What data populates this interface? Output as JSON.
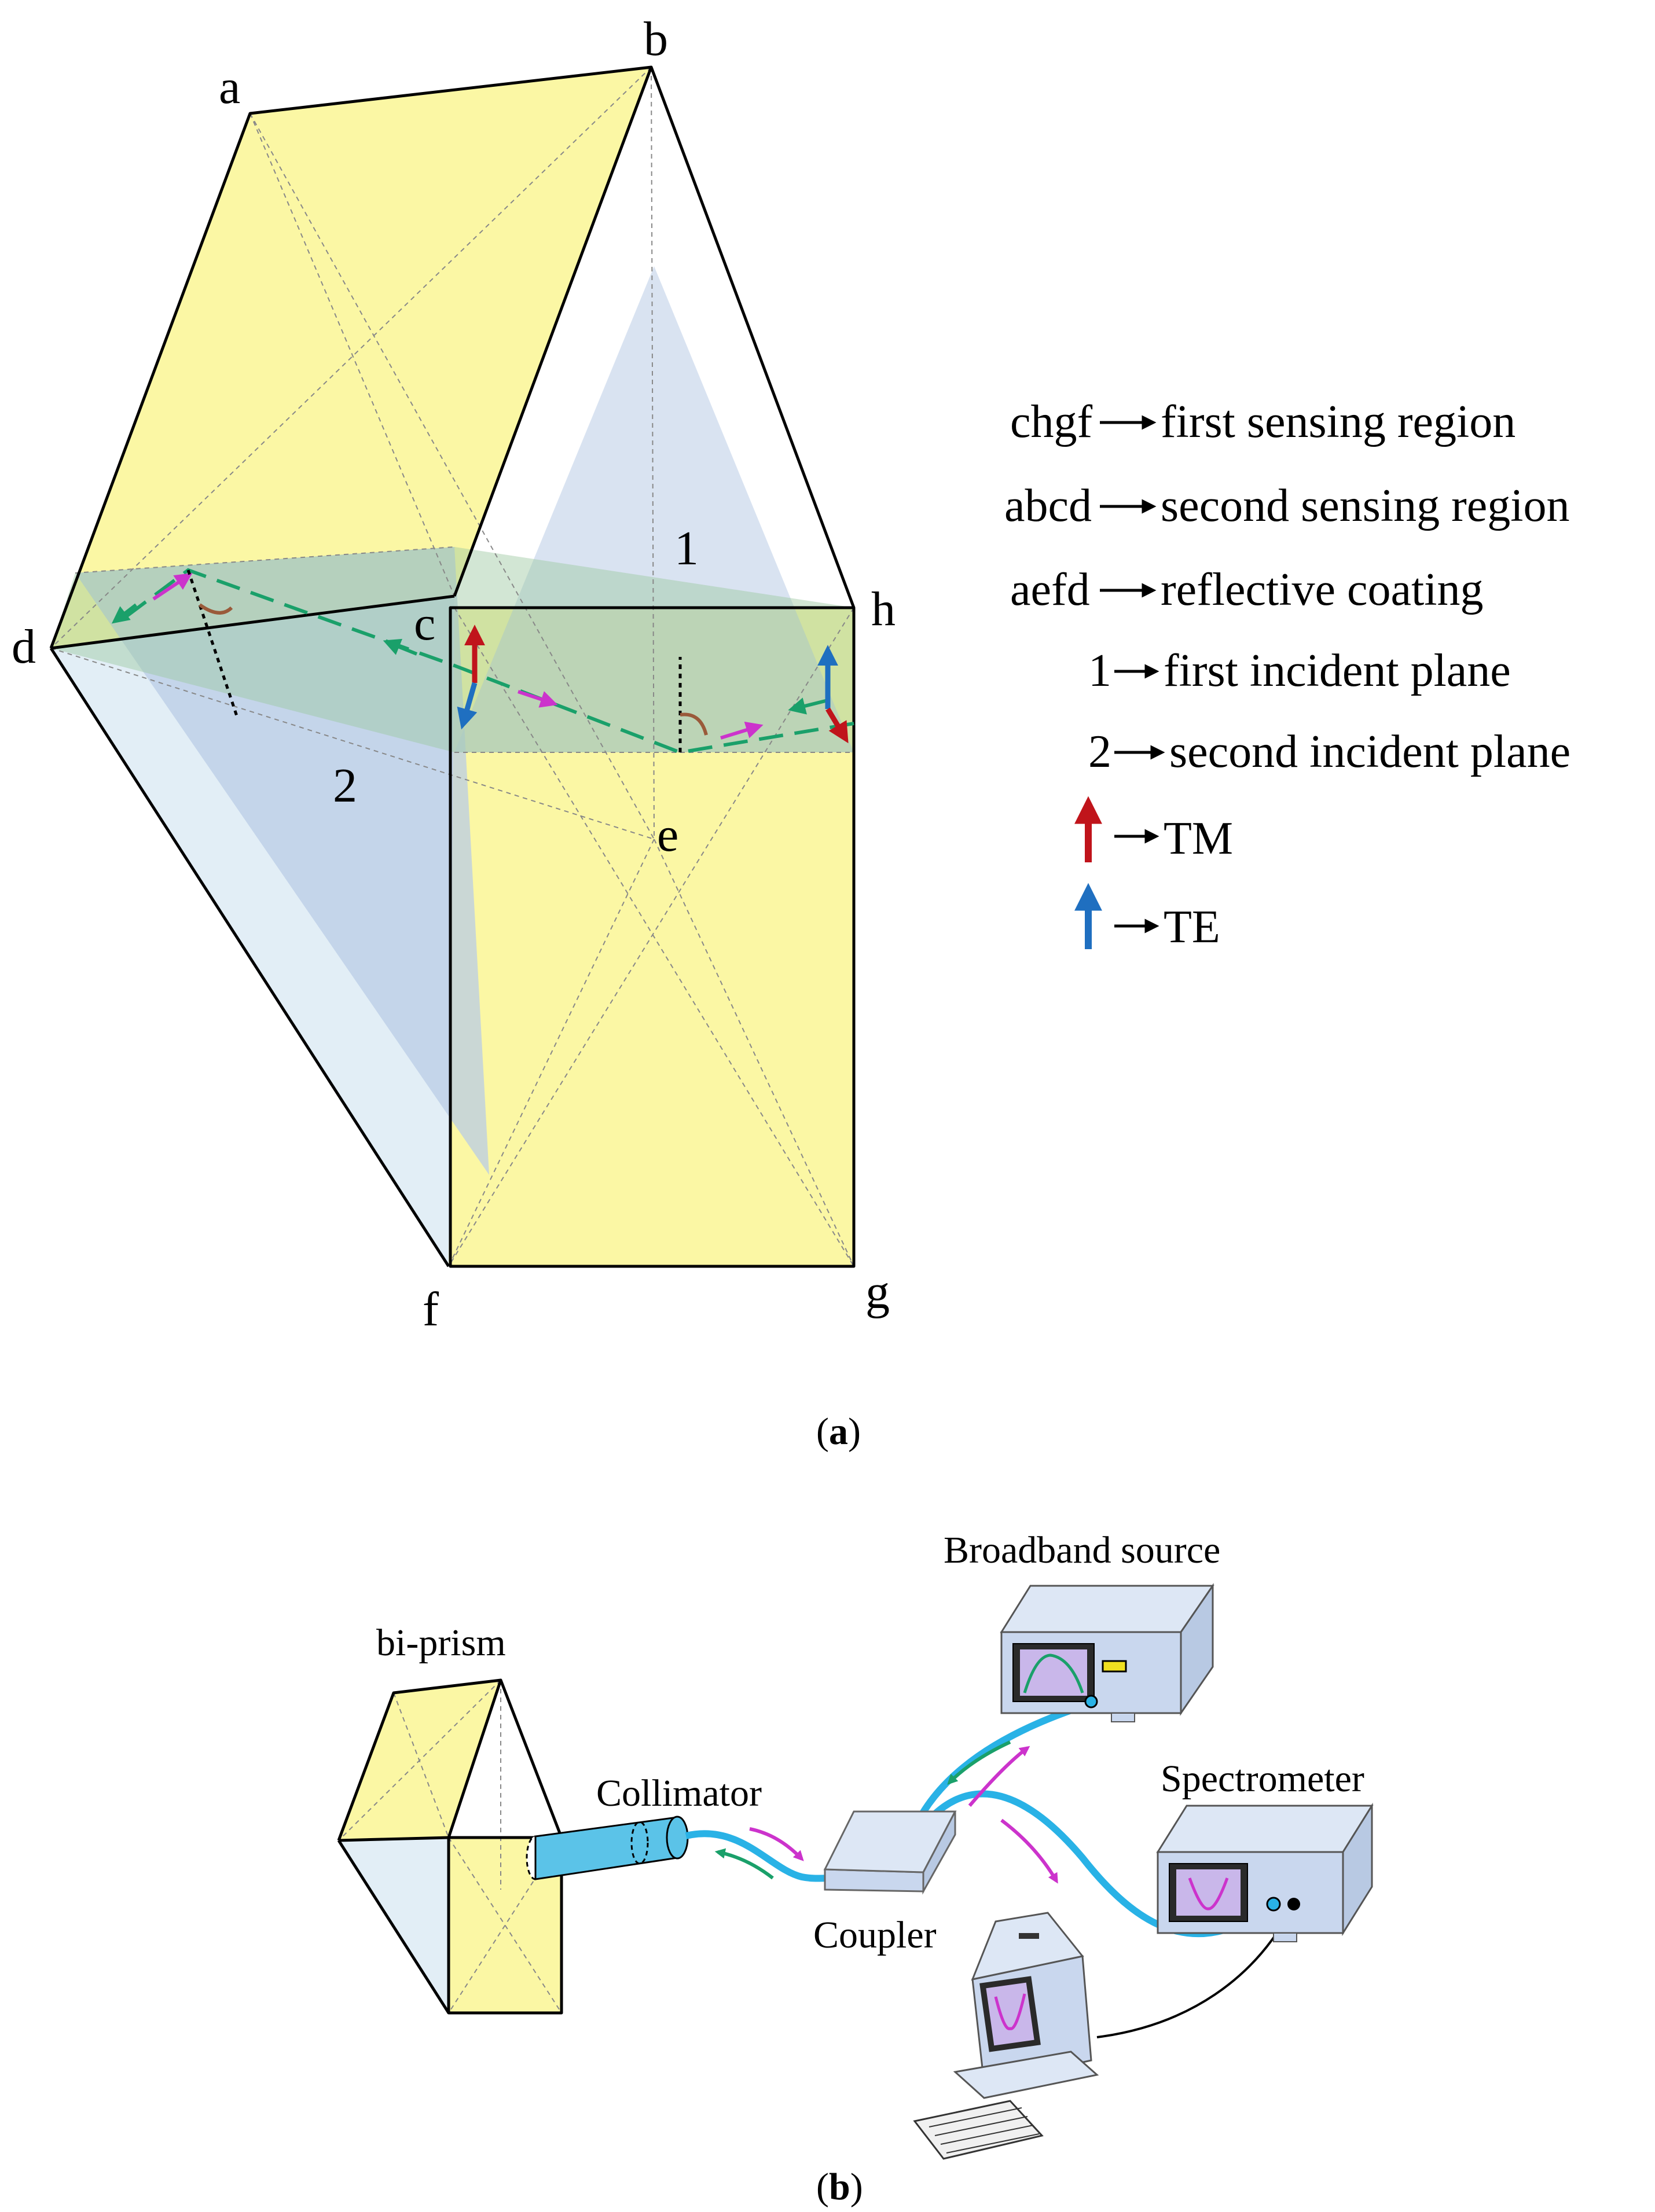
{
  "panel_a": {
    "vertices": {
      "a": "a",
      "b": "b",
      "c": "c",
      "d": "d",
      "e": "e",
      "f": "f",
      "g": "g",
      "h": "h"
    },
    "planes": {
      "plane_1": "1",
      "plane_2": "2"
    },
    "legend": {
      "chgf": {
        "key": "chgf",
        "text": "first sensing region"
      },
      "abcd": {
        "key": "abcd",
        "text": "second sensing region"
      },
      "aefd": {
        "key": "aefd",
        "text": "reflective coating"
      },
      "plane1": {
        "key": "1",
        "text": "first incident plane"
      },
      "plane2": {
        "key": "2",
        "text": "second incident plane"
      },
      "tm": {
        "text": "TM",
        "color": "#c0141b"
      },
      "te": {
        "text": "TE",
        "color": "#1f6fc0"
      }
    },
    "caption": {
      "open": "(",
      "letter": "a",
      "close": ")"
    }
  },
  "panel_b": {
    "labels": {
      "biprism": "bi-prism",
      "collimator": "Collimator",
      "coupler": "Coupler",
      "broadband": "Broadband source",
      "spectrometer": "Spectrometer"
    },
    "caption": {
      "open": "(",
      "letter": "b",
      "close": ")"
    }
  },
  "colors": {
    "yellow_face": "#fbf7a4",
    "blue_plane": "#b9cce6",
    "light_blue_face": "#e2eef6",
    "beam_green": "#1aa06a",
    "arrow_magenta": "#cc33cc",
    "fiber_cyan": "#29b2e6",
    "instrument_blue": "#c9d7ee",
    "tm_red": "#c0141b",
    "te_blue": "#1f6fc0"
  }
}
